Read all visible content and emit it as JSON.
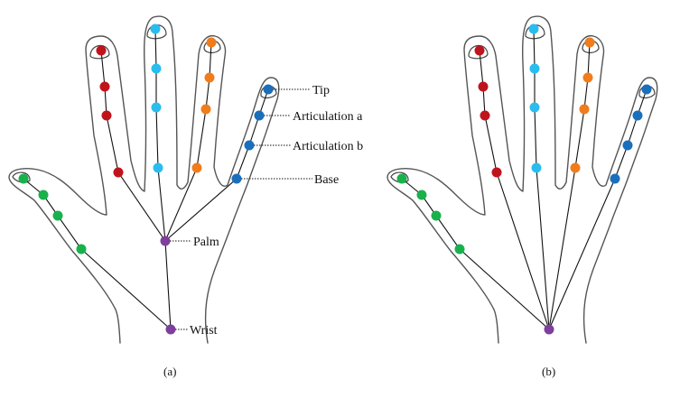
{
  "colors": {
    "thumb": "#19b14c",
    "index": "#c0141c",
    "middle": "#29bdef",
    "ring": "#f07c1c",
    "pinky": "#1a6fbd",
    "palm": "#7e3f9d",
    "wrist": "#7e3f9d",
    "line": "#111111",
    "outline": "#555555"
  },
  "labels": {
    "tip": "Tip",
    "articulation_a": "Articulation a",
    "articulation_b": "Articulation b",
    "base": "Base",
    "palm": "Palm",
    "wrist": "Wrist"
  },
  "captions": {
    "a": "(a)",
    "b": "(b)"
  },
  "icons": {
    "hand_outline": "hand-outline-icon",
    "keypoint": "circle-marker-icon"
  }
}
